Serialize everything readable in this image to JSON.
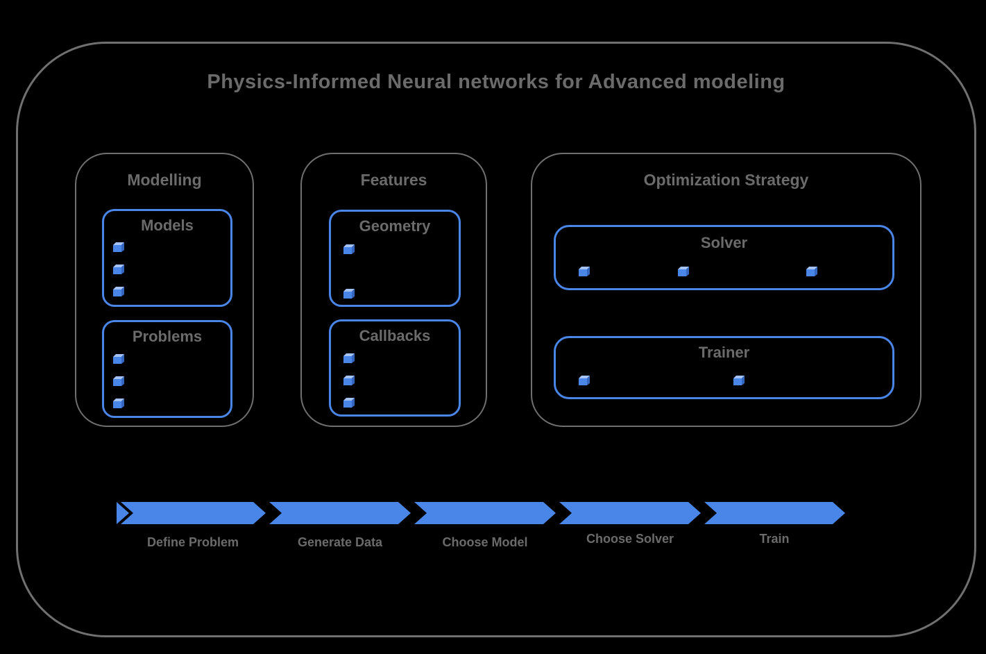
{
  "title": "Physics-Informed Neural networks for Advanced modeling",
  "colors": {
    "bg": "#000000",
    "border_gray": "#707070",
    "text_gray": "#6b6b6b",
    "accent_blue": "#4a86e8",
    "cube_top": "#a4c3f4",
    "cube_side": "#3566c0"
  },
  "sections": {
    "modelling": {
      "title": "Modelling",
      "boxes": {
        "models": {
          "title": "Models",
          "bullet_count": 3
        },
        "problems": {
          "title": "Problems",
          "bullet_count": 3
        }
      }
    },
    "features": {
      "title": "Features",
      "boxes": {
        "geometry": {
          "title": "Geometry",
          "bullet_count": 2
        },
        "callbacks": {
          "title": "Callbacks",
          "bullet_count": 3
        }
      }
    },
    "optimization": {
      "title": "Optimization Strategy",
      "boxes": {
        "solver": {
          "title": "Solver",
          "bullet_count": 3
        },
        "trainer": {
          "title": "Trainer",
          "bullet_count": 2
        }
      }
    }
  },
  "flow": {
    "steps": [
      "Define Problem",
      "Generate Data",
      "Choose Model",
      "Choose Solver",
      "Train"
    ]
  }
}
